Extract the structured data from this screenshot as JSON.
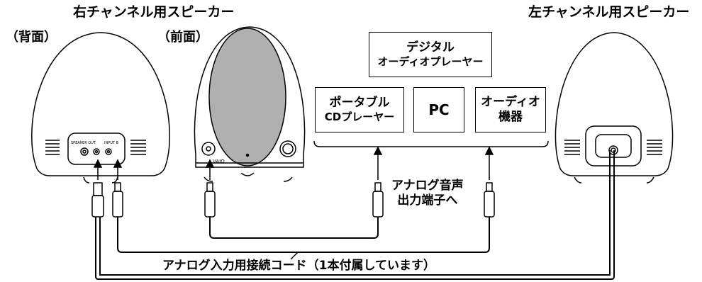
{
  "labels": {
    "right_speaker": "右チャンネル用スピーカー",
    "left_speaker": "左チャンネル用スピーカー",
    "back_view": "（背面）",
    "front_view": "（前面）",
    "analog_out_line1": "アナログ音声",
    "analog_out_line2": "出力端子へ",
    "cord_caption": "アナログ入力用接続コード（1本付属しています）"
  },
  "devices": {
    "digital_player": {
      "line1": "デジタル",
      "line2": "オーディオプレーヤー"
    },
    "portable_cd": {
      "line1": "ポータブル",
      "line2": "CDプレーヤー"
    },
    "pc": {
      "line1": "PC"
    },
    "audio_equipment": {
      "line1": "オーディオ",
      "line2": "機器"
    }
  },
  "panel_text": {
    "speaker_out": "SPEAKER OUT",
    "input_b": "INPUT B",
    "brand": "VAIO"
  }
}
